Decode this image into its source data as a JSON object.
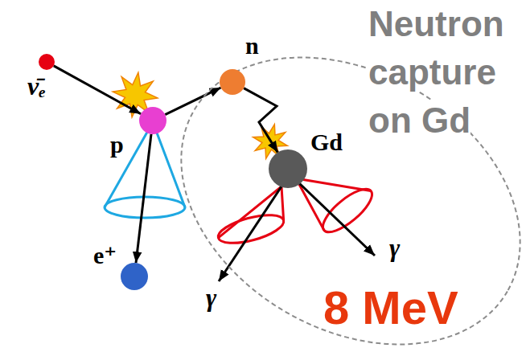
{
  "diagram": {
    "nodes": [
      {
        "text": [
          "ν̄ₑ"
        ]
      },
      {
        "text": [
          "p"
        ]
      },
      {
        "text": [
          "e⁺"
        ]
      },
      {
        "text": [
          "Neutron capture on Gd",
          "8 MeV"
        ]
      },
      {
        "text": [
          "n"
        ],
        "in": 3
      },
      {
        "text": [
          "Gd"
        ],
        "in": 3
      }
    ],
    "edges": [
      {
        "from": 0,
        "to": 1,
        "arrow": "to"
      },
      {
        "from": 1,
        "to": 4,
        "arrow": "to"
      },
      {
        "from": 1,
        "to": 2,
        "arrow": "to"
      },
      {
        "from": 4,
        "to": 5,
        "arrow": "to"
      }
    ],
    "labels": [
      "γ",
      "γ"
    ]
  }
}
